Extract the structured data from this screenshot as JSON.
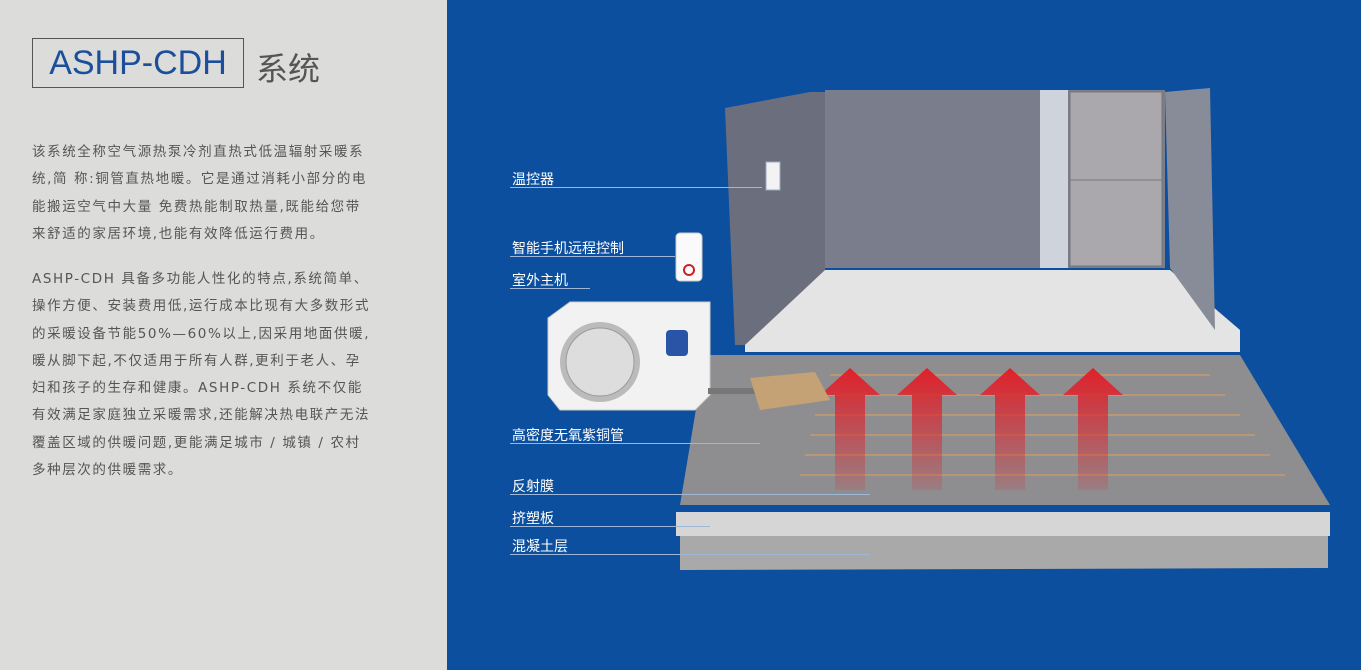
{
  "title": {
    "boxed": "ASHP-CDH",
    "suffix": "系统"
  },
  "intro": {
    "p1": [
      "该系统全称空气源热泵冷剂直热式低温辐射采暖系",
      "统,简 称:铜管直热地暖。它是通过消耗小部分的电",
      "能搬运空气中大量 免费热能制取热量,既能给您带",
      "来舒适的家居环境,也能有效降低运行费用。"
    ],
    "p2": [
      "ASHP-CDH 具备多功能人性化的特点,系统简单、",
      "操作方便、安装费用低,运行成本比现有大多数形式",
      "的采暖设备节能50%—60%以上,因采用地面供暖,",
      "暖从脚下起,不仅适用于所有人群,更利于老人、孕",
      "妇和孩子的生存和健康。ASHP-CDH 系统不仅能",
      "有效满足家庭独立采暖需求,还能解决热电联产无法",
      "覆盖区域的供暖问题,更能满足城市 / 城镇 / 农村",
      "多种层次的供暖需求。"
    ]
  },
  "labels": [
    "温控器",
    "智能手机远程控制",
    "室外主机",
    "高密度无氧紫铜管",
    "反射膜",
    "挤塑板",
    "混凝土层"
  ],
  "colors": {
    "blue": "#0b4f9e",
    "panel": "#dcdcda",
    "arrow": "#e0202a"
  }
}
